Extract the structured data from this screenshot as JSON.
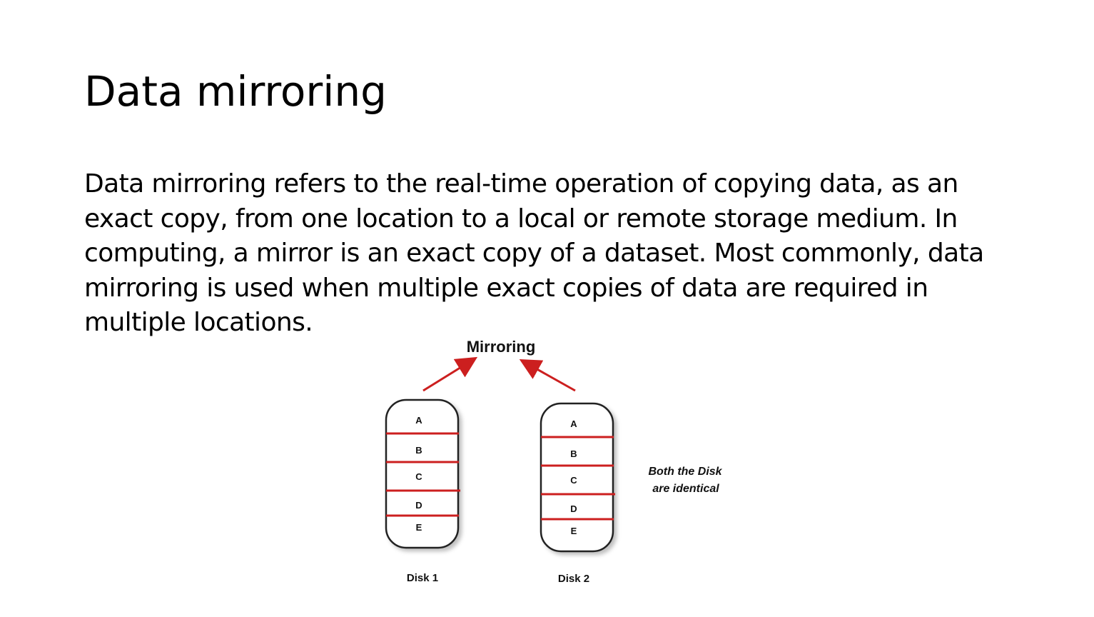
{
  "slide": {
    "title": "Data mirroring",
    "body_lines": [
      "Data mirroring refers to the real-time operation of copying data, as an",
      "exact copy, from one location to a local or remote storage medium. In",
      "computing, a mirror is an exact copy of a dataset. Most commonly, data",
      "mirroring is used when multiple exact copies of data are required in",
      "multiple locations."
    ]
  },
  "diagram": {
    "title": "Mirroring",
    "disks": [
      {
        "label": "Disk 1",
        "blocks": [
          "A",
          "B",
          "C",
          "D",
          "E"
        ]
      },
      {
        "label": "Disk 2",
        "blocks": [
          "A",
          "B",
          "C",
          "D",
          "E"
        ]
      }
    ],
    "note_lines": [
      "Both the Disk",
      "are identical"
    ],
    "colors": {
      "arrow": "#cc1f1f",
      "divider": "#cc1f1f",
      "disk_outline": "#222222"
    }
  }
}
